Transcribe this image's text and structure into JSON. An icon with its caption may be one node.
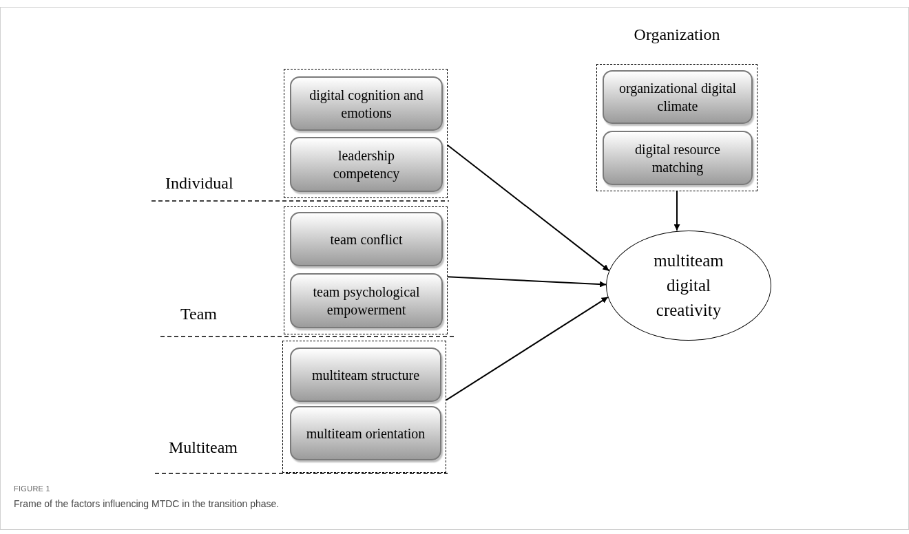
{
  "diagram": {
    "caption": "Frame of the factors influencing MTDC in the transition phase.",
    "nodes": [
      {
        "text": [],
        "shape": "box"
      },
      {
        "text": [
          "digital cognition and emotions"
        ],
        "in": 0
      },
      {
        "text": [
          "leadership competency"
        ],
        "in": 0
      },
      {
        "text": [],
        "shape": "box"
      },
      {
        "text": [
          "team conflict"
        ],
        "in": 3
      },
      {
        "text": [
          "team psychological empowerment"
        ],
        "in": 3
      },
      {
        "text": [],
        "shape": "box"
      },
      {
        "text": [
          "multiteam structure"
        ],
        "in": 6
      },
      {
        "text": [
          "multiteam orientation"
        ],
        "in": 6
      },
      {
        "text": [
          "Organization"
        ]
      },
      {
        "text": [
          "organizational digital climate"
        ],
        "in": 9
      },
      {
        "text": [
          "digital resource matching"
        ],
        "in": 9
      },
      {
        "text": [
          "multiteam digital creativity"
        ]
      }
    ],
    "edges": [
      {
        "from": 0,
        "to": 12,
        "arrow": "to"
      },
      {
        "from": 3,
        "to": 12,
        "arrow": "to"
      },
      {
        "from": 6,
        "to": 12,
        "arrow": "to"
      },
      {
        "from": 9,
        "to": 12,
        "arrow": "to"
      }
    ],
    "labels": [
      "Individual",
      "Team",
      "Multiteam",
      "FIGURE 1"
    ]
  }
}
